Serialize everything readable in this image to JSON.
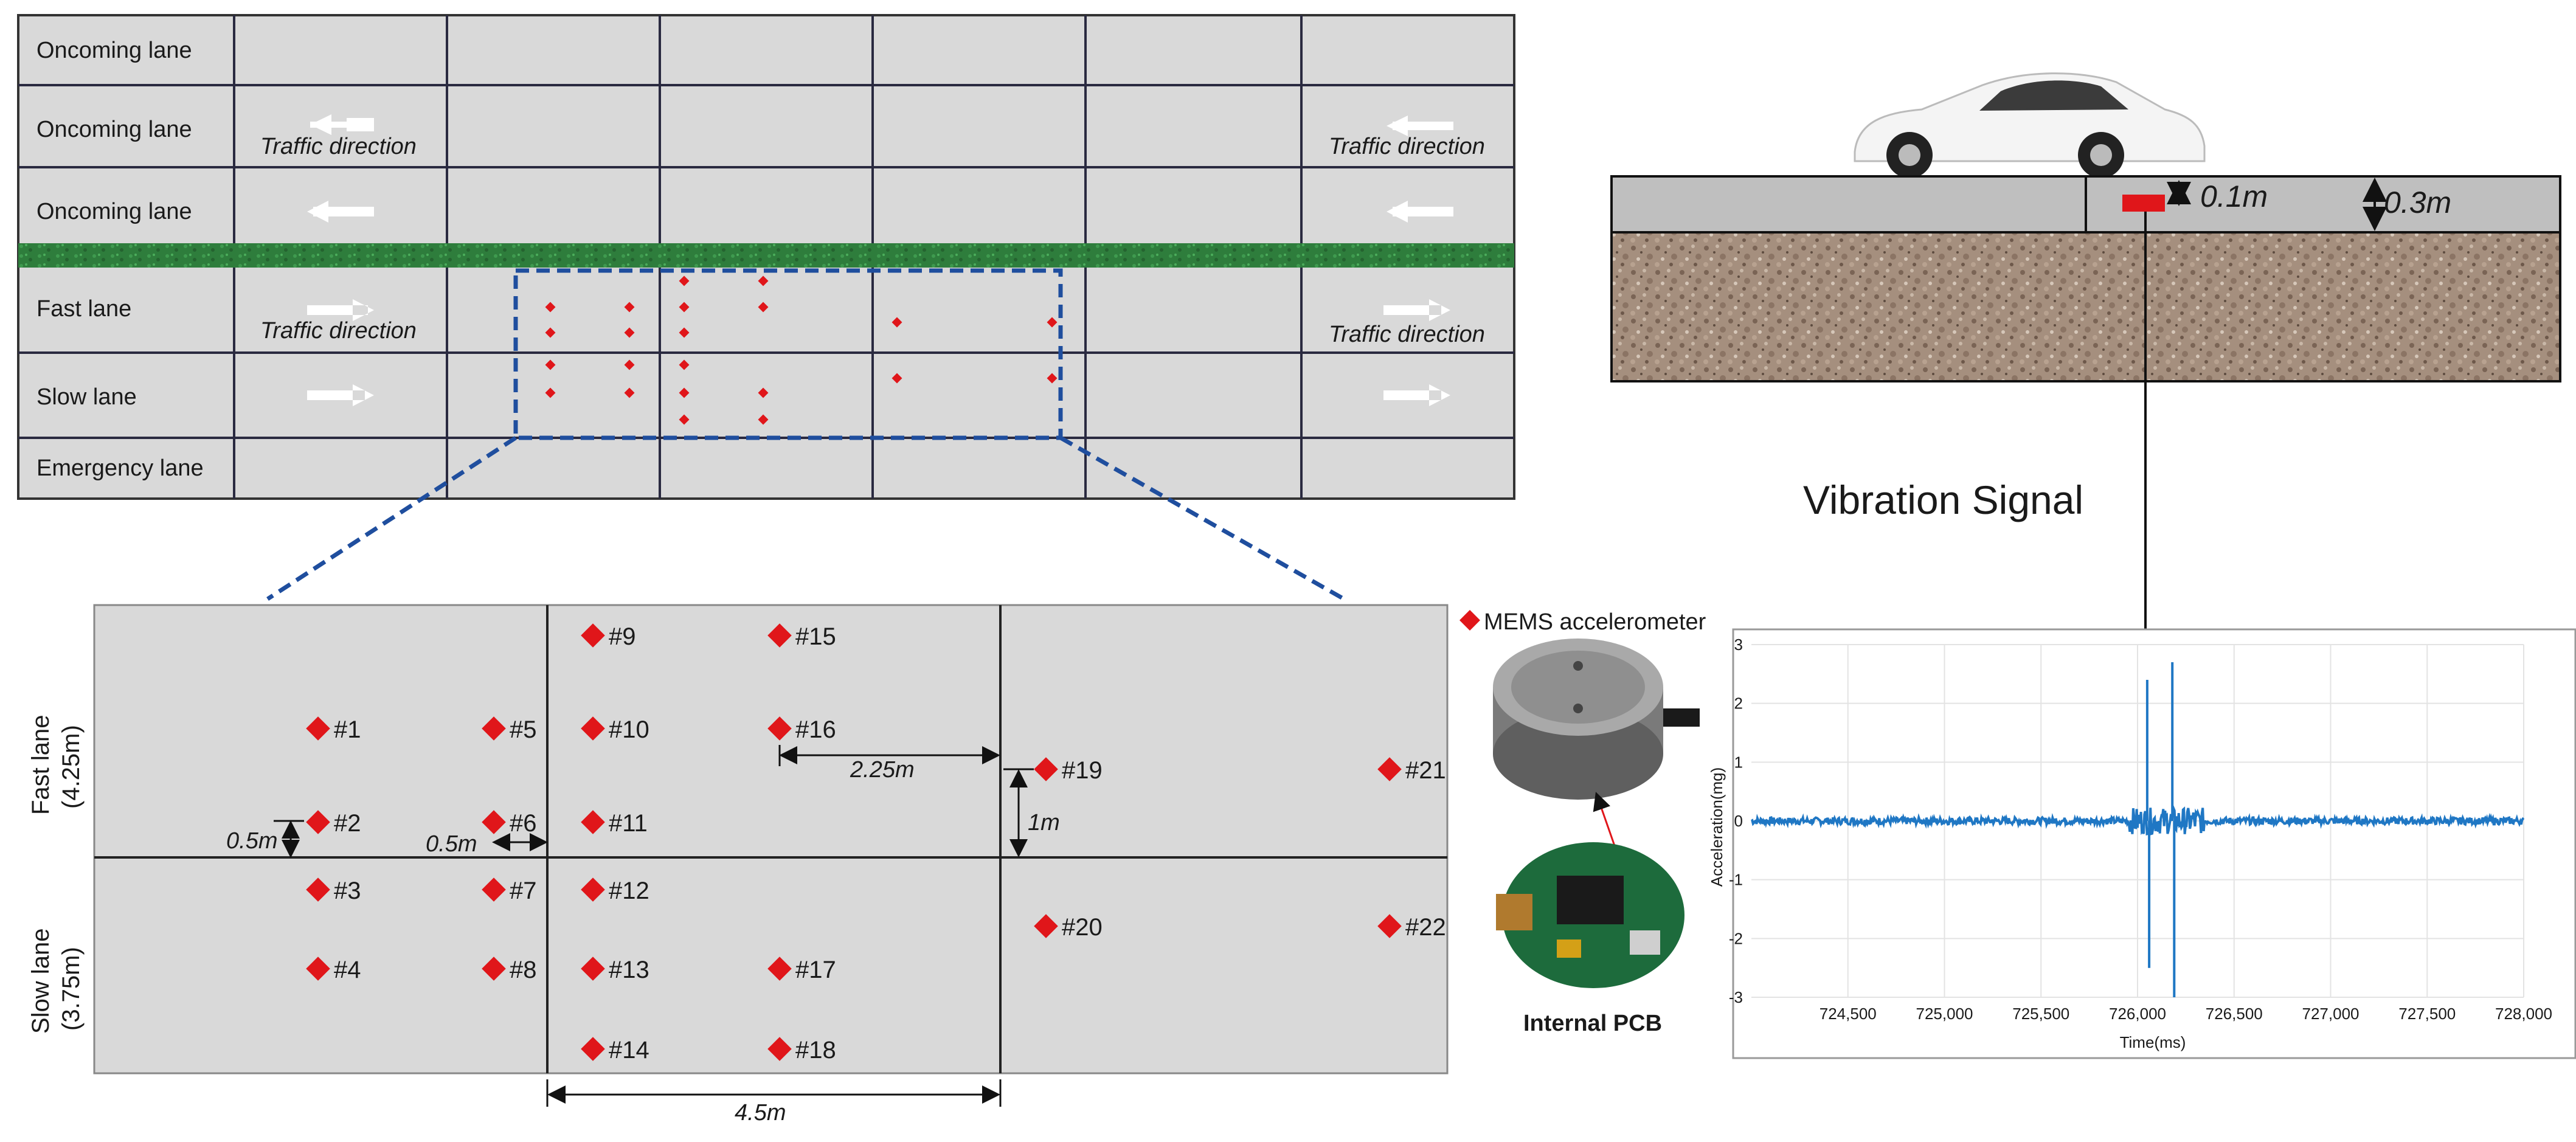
{
  "road_plan": {
    "lanes": [
      {
        "label": "Oncoming lane"
      },
      {
        "label": "Oncoming lane"
      },
      {
        "label": "Oncoming lane"
      },
      {
        "label": "Fast lane"
      },
      {
        "label": "Slow lane"
      },
      {
        "label": "Emergency lane"
      }
    ],
    "traffic_direction_label": "Traffic direction",
    "median_color": "#2e7d3c",
    "sensor_color": "#e0161a",
    "highlight_color": "#1f4e9e"
  },
  "detail": {
    "fast_lane_label": "Fast lane",
    "fast_lane_width": "(4.25m)",
    "slow_lane_label": "Slow lane",
    "slow_lane_width": "(3.75m)",
    "sensors": [
      "#1",
      "#2",
      "#3",
      "#4",
      "#5",
      "#6",
      "#7",
      "#8",
      "#9",
      "#10",
      "#11",
      "#12",
      "#13",
      "#14",
      "#15",
      "#16",
      "#17",
      "#18",
      "#19",
      "#20",
      "#21",
      "#22"
    ],
    "dimensions": {
      "d_0_5m_a": "0.5m",
      "d_0_5m_b": "0.5m",
      "d_2_25m": "2.25m",
      "d_1m": "1m",
      "d_4_5m": "4.5m"
    }
  },
  "legend": {
    "sensor_label": "MEMS accelerometer",
    "pcb_label": "Internal PCB"
  },
  "cross_section": {
    "depth_small": "0.1m",
    "depth_total": "0.3m",
    "signal_label": "Vibration Signal"
  },
  "chart_data": {
    "type": "line",
    "xlabel": "Time(ms)",
    "ylabel": "Acceleration(mg)",
    "xlim": [
      724000,
      728000
    ],
    "ylim": [
      -3,
      3
    ],
    "x_ticks": [
      "724,500",
      "725,000",
      "725,500",
      "726,000",
      "726,500",
      "727,000",
      "727,500",
      "728,000"
    ],
    "y_ticks": [
      "3",
      "2",
      "1",
      "0",
      "-1",
      "-2",
      "-3"
    ],
    "series": [
      {
        "color": "#1f77c4",
        "x": [
          724000,
          725000,
          726000,
          726050,
          726060,
          726070,
          726100,
          726180,
          726190,
          726200,
          726300,
          727000,
          728000
        ],
        "y": [
          0.0,
          0.0,
          0.15,
          2.4,
          -2.5,
          0.3,
          -0.3,
          2.7,
          -3.0,
          0.2,
          0.0,
          0.0,
          0.0
        ]
      }
    ]
  }
}
